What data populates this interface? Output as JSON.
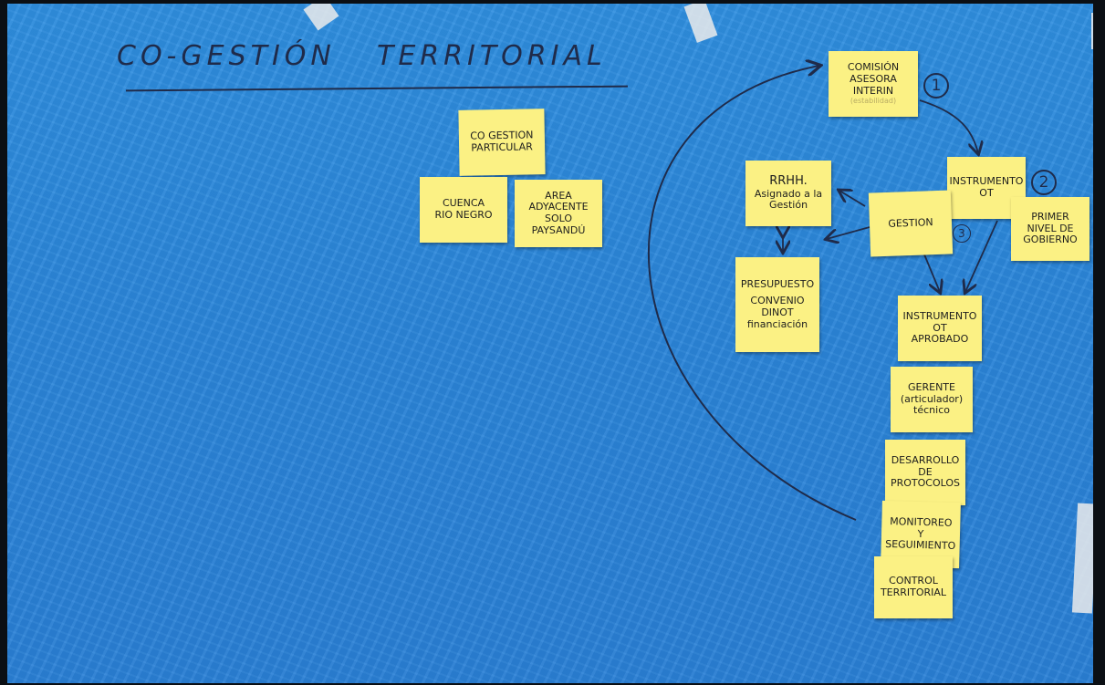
{
  "title": {
    "left": "CO-GESTIÓN",
    "right": "TERRITORIAL"
  },
  "left_cluster": {
    "top_note": [
      "CO GESTION",
      "PARTICULAR"
    ],
    "note_a": [
      "CUENCA",
      "RIO NEGRO"
    ],
    "note_b": [
      "AREA ADYACENTE",
      "SOLO PAYSANDÚ"
    ]
  },
  "flow": {
    "comision": [
      "COMISIÓN",
      "ASESORA INTERIN",
      "(estabilidad)"
    ],
    "instrumento_ot": [
      "INSTRUMENTO",
      "OT"
    ],
    "gestion": "GESTION",
    "primer_nivel": [
      "PRIMER",
      "NIVEL DE",
      "GOBIERNO"
    ],
    "rrhh": [
      "RRHH.",
      "Asignado a la",
      "Gestión"
    ],
    "presupuesto": [
      "PRESUPUESTO",
      "CONVENIO",
      "DINOT",
      "financiación"
    ],
    "instrumento_aprobado": [
      "INSTRUMENTO",
      "OT",
      "APROBADO"
    ],
    "gerente": [
      "GERENTE",
      "(articulador)",
      "técnico"
    ],
    "desarrollo": [
      "DESARROLLO",
      "DE",
      "PROTOCOLOS"
    ],
    "monitoreo": [
      "MONITOREO",
      "Y",
      "SEGUIMIENTO"
    ],
    "control": [
      "CONTROL",
      "TERRITORIAL"
    ]
  },
  "step_numbers": [
    "1",
    "2",
    "3"
  ],
  "colors": {
    "paper": "#2b86da",
    "sticky": "#fbf184",
    "ink": "#1f2b4a"
  }
}
